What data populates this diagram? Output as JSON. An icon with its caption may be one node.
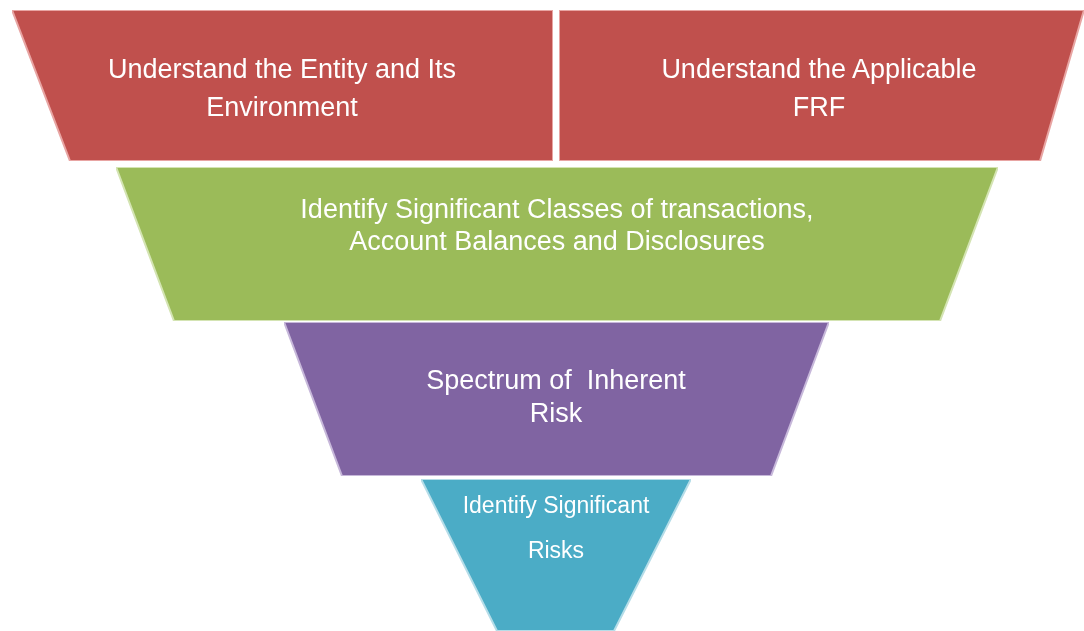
{
  "diagram": {
    "nodes": [
      {
        "text": [
          "Understand the Entity and Its Environment"
        ]
      },
      {
        "text": [
          "Understand the Applicable FRF"
        ]
      },
      {
        "text": [
          "Identify Significant Classes of transactions,  Account Balances and Disclosures"
        ]
      },
      {
        "text": [
          "Spectrum of  Inherent Risk"
        ]
      },
      {
        "text": [
          "Identify Significant Risks"
        ]
      }
    ]
  }
}
